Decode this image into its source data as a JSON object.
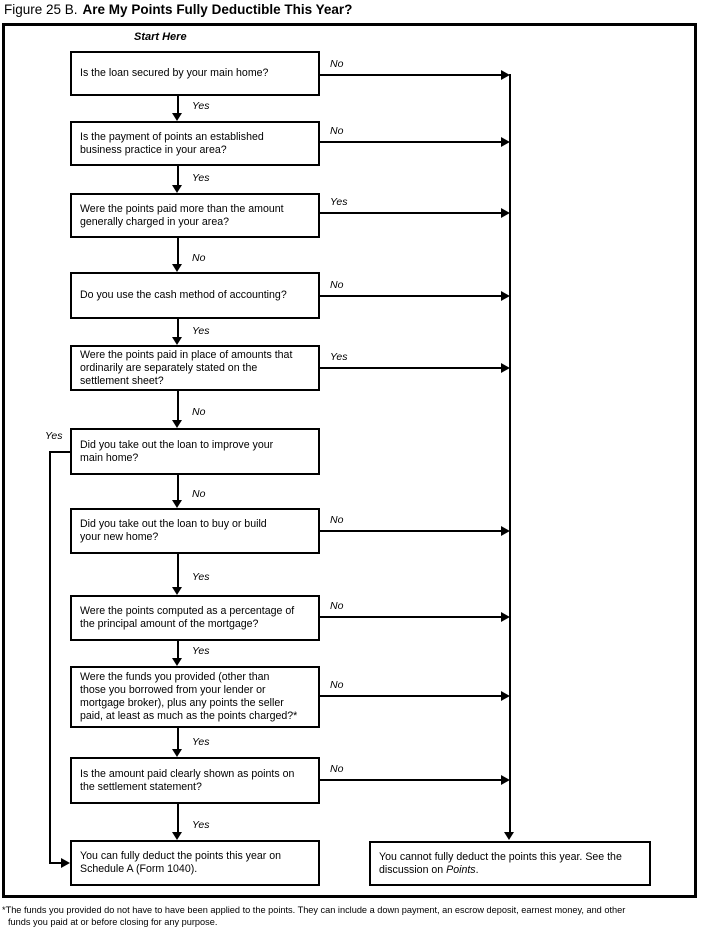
{
  "title": {
    "prefix": "Figure 25 B.",
    "main": "Are My Points Fully Deductible This Year?"
  },
  "start_label": "Start Here",
  "nodes": [
    {
      "id": "q1",
      "text": "Is the loan secured by your main home?"
    },
    {
      "id": "q2",
      "text": "Is the payment of points an established\nbusiness practice in your area?"
    },
    {
      "id": "q3",
      "text": "Were the points paid more than the amount\ngenerally charged in your area?"
    },
    {
      "id": "q4",
      "text": "Do you use the cash method of accounting?"
    },
    {
      "id": "q5",
      "text": "Were the points paid in place of amounts that\nordinarily are separately stated on the\nsettlement sheet?"
    },
    {
      "id": "q6",
      "text": "Did you take out the loan to improve your\nmain home?"
    },
    {
      "id": "q7",
      "text": "Did you take out the loan to buy or build\nyour new home?"
    },
    {
      "id": "q8",
      "text": "Were the points computed as a percentage of\nthe principal amount of the mortgage?"
    },
    {
      "id": "q9",
      "text": "Were the funds you provided (other than\nthose you borrowed from your lender or\nmortgage broker), plus any points the seller\npaid, at least as much as the points charged?*"
    },
    {
      "id": "q10",
      "text": "Is the amount paid clearly shown as points on\nthe settlement statement?"
    },
    {
      "id": "result-deduct",
      "text": "You can fully deduct the points this year on\nSchedule A (Form 1040)."
    },
    {
      "id": "result-no-deduct",
      "text": "You cannot fully deduct the points this year. See the\ndiscussion on ",
      "italic_word": "Points",
      "suffix": "."
    }
  ],
  "labels": {
    "down": [
      "Yes",
      "Yes",
      "No",
      "Yes",
      "No",
      "No",
      "Yes",
      "Yes",
      "Yes",
      "Yes"
    ],
    "right": [
      "No",
      "No",
      "Yes",
      "No",
      "Yes",
      "No",
      "No",
      "No",
      "No"
    ],
    "left": "Yes"
  },
  "footnote": {
    "line1": "*The funds you provided do not have to have been applied to the points. They can include a down payment, an escrow deposit, earnest money, and other",
    "line2": "funds you paid at or before closing for any purpose."
  },
  "colors": {
    "ink": "#000000",
    "background": "#ffffff"
  }
}
